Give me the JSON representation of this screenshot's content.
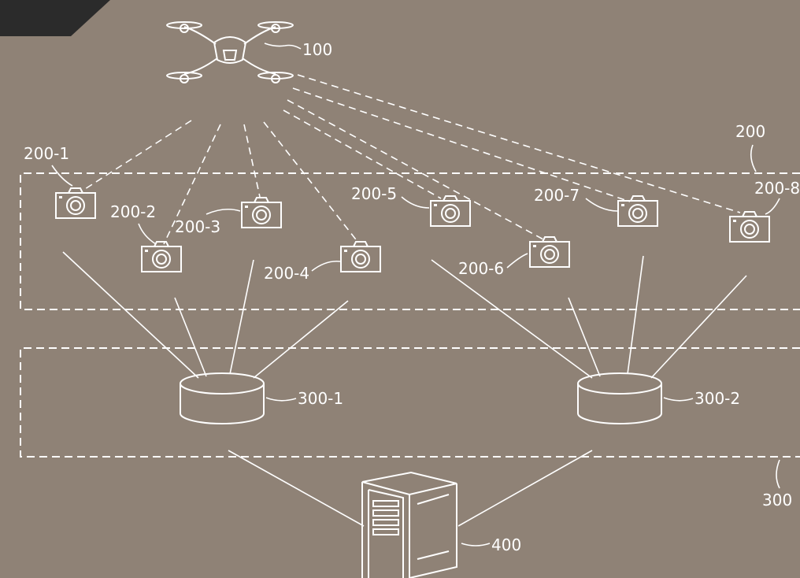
{
  "colors": {
    "background": "#8f8276",
    "ink": "#ffffff",
    "corner": "#2b2b2b"
  },
  "drone": {
    "label": "100",
    "icon": "drone-icon"
  },
  "camera_group": {
    "label": "200",
    "cameras": [
      {
        "label": "200-1",
        "icon": "camera-icon"
      },
      {
        "label": "200-2",
        "icon": "camera-icon"
      },
      {
        "label": "200-3",
        "icon": "camera-icon"
      },
      {
        "label": "200-4",
        "icon": "camera-icon"
      },
      {
        "label": "200-5",
        "icon": "camera-icon"
      },
      {
        "label": "200-6",
        "icon": "camera-icon"
      },
      {
        "label": "200-7",
        "icon": "camera-icon"
      },
      {
        "label": "200-8",
        "icon": "camera-icon"
      }
    ]
  },
  "storage_group": {
    "label": "300",
    "nodes": [
      {
        "label": "300-1",
        "icon": "storage-cylinder-icon"
      },
      {
        "label": "300-2",
        "icon": "storage-cylinder-icon"
      }
    ]
  },
  "server": {
    "label": "400",
    "icon": "server-tower-icon"
  }
}
